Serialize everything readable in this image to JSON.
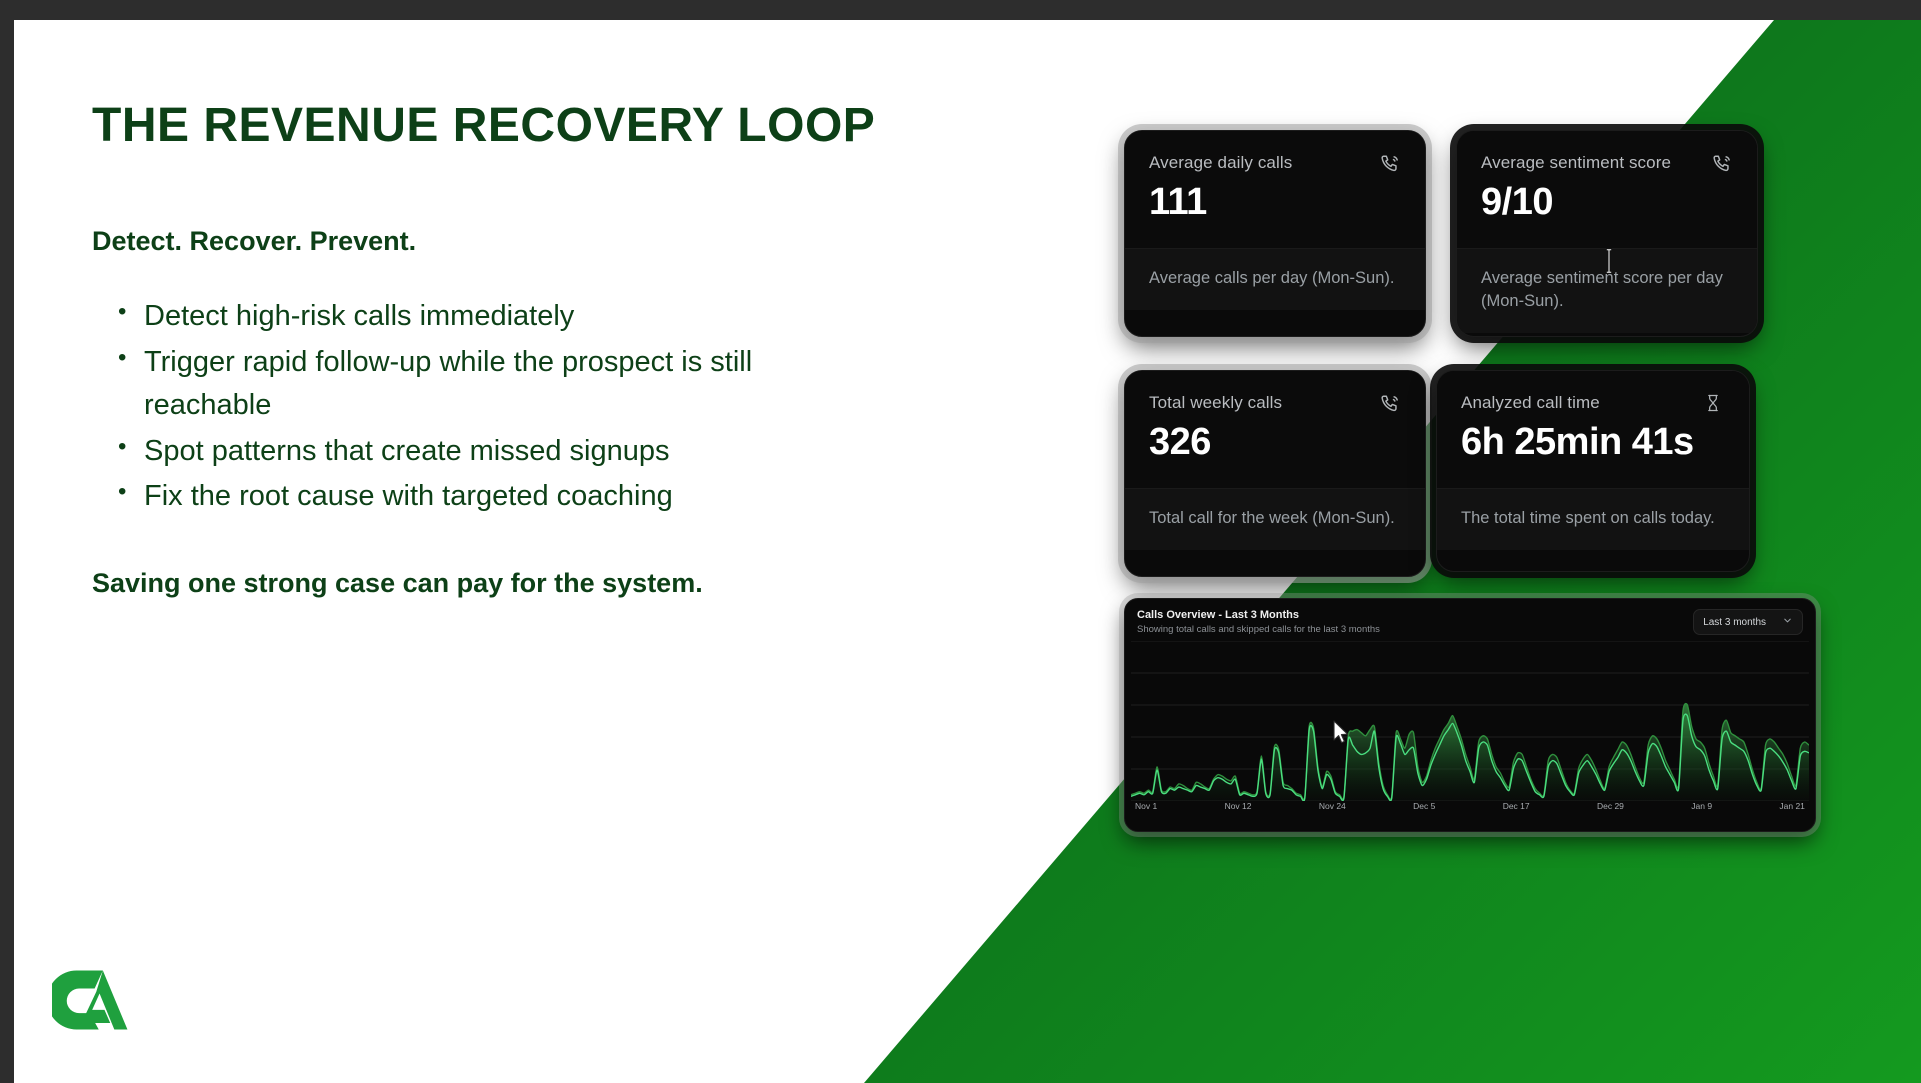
{
  "slide": {
    "title": "THE REVENUE RECOVERY LOOP",
    "subhead": "Detect. Recover. Prevent.",
    "bullets": [
      "Detect high-risk calls immediately",
      "Trigger rapid follow-up while the prospect is still reachable",
      "Spot patterns that create missed signups",
      "Fix the root cause with targeted coaching"
    ],
    "closing": "Saving one strong case can pay for the system.",
    "logo_name": "ca-logo",
    "text_color": "#0d4017",
    "accent_green": "#149a1f"
  },
  "dashboard": {
    "cards": [
      {
        "label": "Average daily calls",
        "value": "111",
        "description": "Average calls per day (Mon-Sun).",
        "icon": "phone-ringing-icon"
      },
      {
        "label": "Average sentiment score",
        "value": "9/10",
        "description": "Average sentiment score per day (Mon-Sun).",
        "icon": "phone-ringing-icon"
      },
      {
        "label": "Total weekly calls",
        "value": "326",
        "description": "Total call for the week (Mon-Sun).",
        "icon": "phone-ringing-icon"
      },
      {
        "label": "Analyzed call time",
        "value": "6h 25min 41s",
        "description": "The total time spent on calls today.",
        "icon": "hourglass-icon"
      }
    ],
    "chart_card": {
      "title": "Calls Overview - Last 3 Months",
      "subtitle": "Showing total calls and skipped calls for the last 3 months",
      "range_value": "Last 3 months",
      "chevron_icon": "chevron-down-icon"
    }
  },
  "chart_data": {
    "type": "area",
    "title": "Calls Overview - Last 3 Months",
    "subtitle": "Showing total calls and skipped calls for the last 3 months",
    "xlabel": "",
    "ylabel": "",
    "grid": true,
    "legend": "none",
    "x_tick_labels": [
      "Nov 1",
      "Nov 12",
      "Nov 24",
      "Dec 5",
      "Dec 17",
      "Dec 29",
      "Jan 9",
      "Jan 21"
    ],
    "ylim": [
      0,
      100
    ],
    "series": [
      {
        "name": "Total calls",
        "color": "#2f8f3d",
        "values": [
          4,
          5,
          6,
          5,
          7,
          6,
          22,
          7,
          6,
          9,
          8,
          11,
          10,
          8,
          7,
          12,
          11,
          9,
          8,
          14,
          17,
          16,
          14,
          13,
          16,
          5,
          6,
          5,
          4,
          6,
          29,
          6,
          5,
          35,
          33,
          12,
          10,
          8,
          5,
          4,
          3,
          48,
          47,
          22,
          9,
          19,
          16,
          6,
          4,
          3,
          42,
          45,
          46,
          44,
          42,
          46,
          48,
          25,
          10,
          4,
          3,
          44,
          40,
          34,
          43,
          44,
          22,
          12,
          16,
          26,
          34,
          40,
          46,
          50,
          55,
          48,
          40,
          30,
          22,
          14,
          38,
          42,
          40,
          30,
          22,
          18,
          12,
          9,
          25,
          31,
          30,
          22,
          14,
          8,
          5,
          4,
          26,
          30,
          28,
          20,
          12,
          7,
          5,
          21,
          27,
          30,
          26,
          20,
          13,
          8,
          22,
          28,
          33,
          38,
          36,
          30,
          22,
          15,
          12,
          36,
          42,
          40,
          34,
          26,
          20,
          14,
          10,
          58,
          62,
          48,
          40,
          38,
          34,
          24,
          16,
          10,
          46,
          52,
          44,
          42,
          40,
          38,
          30,
          20,
          12,
          8,
          36,
          40,
          38,
          34,
          30,
          24,
          16,
          10,
          34,
          38,
          36
        ]
      },
      {
        "name": "Skipped calls",
        "color": "#4ade80",
        "values": [
          3,
          4,
          5,
          4,
          6,
          5,
          20,
          6,
          5,
          8,
          7,
          9,
          8,
          7,
          6,
          10,
          9,
          8,
          7,
          13,
          15,
          14,
          12,
          11,
          14,
          4,
          5,
          4,
          3,
          5,
          27,
          5,
          4,
          33,
          31,
          10,
          8,
          7,
          4,
          3,
          2,
          46,
          45,
          20,
          8,
          17,
          14,
          5,
          3,
          2,
          40,
          36,
          32,
          30,
          31,
          34,
          45,
          22,
          8,
          3,
          2,
          41,
          37,
          30,
          33,
          34,
          18,
          10,
          14,
          23,
          30,
          36,
          42,
          46,
          50,
          44,
          36,
          26,
          19,
          12,
          34,
          38,
          36,
          26,
          19,
          15,
          10,
          7,
          21,
          27,
          26,
          19,
          12,
          6,
          4,
          3,
          22,
          26,
          24,
          17,
          10,
          6,
          4,
          18,
          23,
          26,
          22,
          17,
          11,
          7,
          19,
          24,
          28,
          33,
          31,
          26,
          19,
          13,
          10,
          31,
          37,
          35,
          29,
          22,
          17,
          12,
          8,
          52,
          55,
          42,
          35,
          33,
          29,
          20,
          13,
          8,
          40,
          45,
          38,
          36,
          34,
          32,
          26,
          17,
          10,
          7,
          31,
          34,
          32,
          29,
          25,
          20,
          13,
          8,
          29,
          32,
          31
        ]
      }
    ]
  },
  "cursors": {
    "ibeam": "text-cursor",
    "arrow": "mouse-pointer"
  }
}
